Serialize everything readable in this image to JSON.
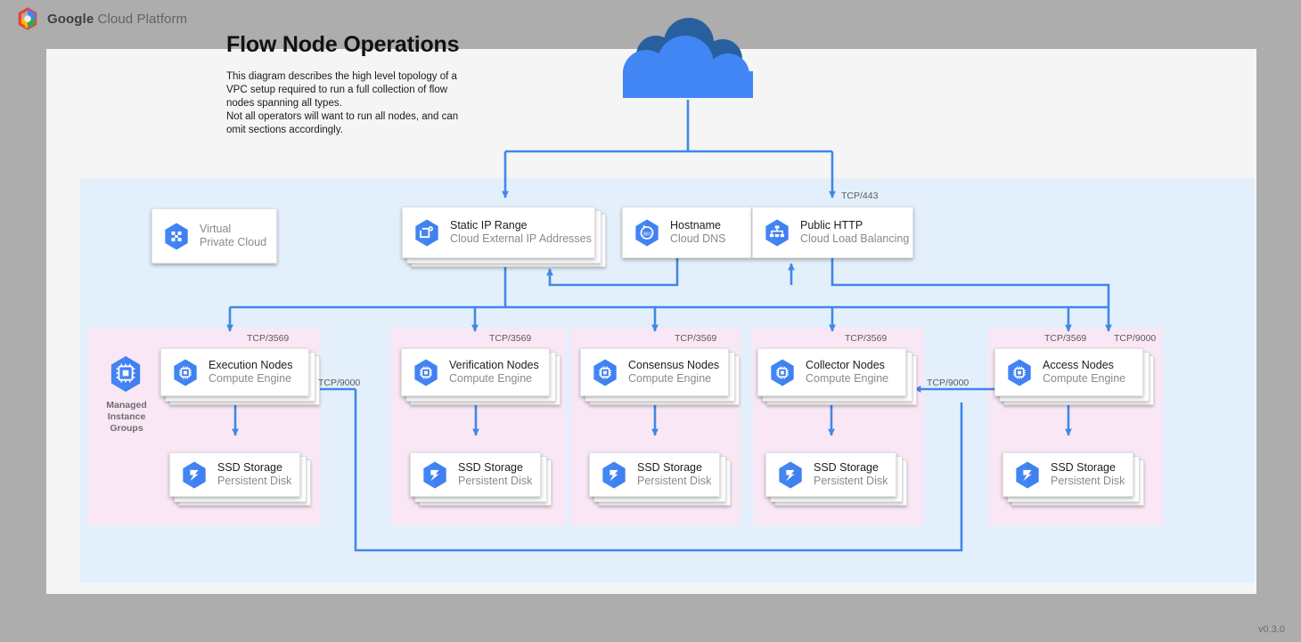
{
  "brand": {
    "bold": "Google",
    "rest": " Cloud Platform",
    "logo_icon": "gcp-hexagon-logo"
  },
  "version": "v0.3.0",
  "document": {
    "title": "Flow Node Operations",
    "description_lines": [
      "This diagram describes the high level topology of a",
      "VPC setup required to run a full collection of flow",
      "nodes spanning all types.",
      "Not all operators will want to run all nodes, and can",
      "omit sections accordingly."
    ]
  },
  "colors": {
    "canvas": "#adadad",
    "page": "#f5f5f5",
    "vpc_panel": "#e3f0fc",
    "instance_group": "#f9e7f5",
    "edge": "#4287e8",
    "icon_blue": "#4285f4",
    "cloud_front": "#4285f4",
    "cloud_back": "#285f9e",
    "muted_text": "#8a8a8a"
  },
  "internet_cloud": {
    "icon": "cloud-icon",
    "label": ""
  },
  "top_nodes": [
    {
      "id": "vpc",
      "title": "Virtual",
      "subtitle": "Private Cloud",
      "icon": "virtual-private-cloud-icon",
      "muted_title": true,
      "stacked": false
    },
    {
      "id": "static-ip",
      "title": "Static IP Range",
      "subtitle": "Cloud External IP Addresses",
      "icon": "cloud-external-ip-icon",
      "muted_title": false,
      "stacked": true
    },
    {
      "id": "hostname",
      "title": "Hostname",
      "subtitle": "Cloud DNS",
      "icon": "cloud-dns-icon",
      "muted_title": false,
      "stacked": false
    },
    {
      "id": "public-http",
      "title": "Public HTTP",
      "subtitle": "Cloud Load Balancing",
      "icon": "cloud-load-balancing-icon",
      "muted_title": false,
      "stacked": false
    }
  ],
  "instance_groups": [
    {
      "id": "execution",
      "label": "Managed Instance Groups",
      "label_lines": [
        "Managed",
        "Instance",
        "Groups"
      ],
      "show_label": true,
      "icon": "managed-instance-groups-icon",
      "node": {
        "title": "Execution Nodes",
        "subtitle": "Compute Engine",
        "icon": "compute-engine-icon"
      },
      "storage": {
        "title": "SSD Storage",
        "subtitle": "Persistent Disk",
        "icon": "persistent-disk-icon"
      }
    },
    {
      "id": "verification",
      "label": "",
      "label_lines": [],
      "show_label": false,
      "icon": "",
      "node": {
        "title": "Verification Nodes",
        "subtitle": "Compute Engine",
        "icon": "compute-engine-icon"
      },
      "storage": {
        "title": "SSD Storage",
        "subtitle": "Persistent Disk",
        "icon": "persistent-disk-icon"
      }
    },
    {
      "id": "consensus",
      "label": "",
      "label_lines": [],
      "show_label": false,
      "icon": "",
      "node": {
        "title": "Consensus Nodes",
        "subtitle": "Compute Engine",
        "icon": "compute-engine-icon"
      },
      "storage": {
        "title": "SSD Storage",
        "subtitle": "Persistent Disk",
        "icon": "persistent-disk-icon"
      }
    },
    {
      "id": "collector",
      "label": "",
      "label_lines": [],
      "show_label": false,
      "icon": "",
      "node": {
        "title": "Collector Nodes",
        "subtitle": "Compute Engine",
        "icon": "compute-engine-icon"
      },
      "storage": {
        "title": "SSD Storage",
        "subtitle": "Persistent Disk",
        "icon": "persistent-disk-icon"
      }
    },
    {
      "id": "access",
      "label": "",
      "label_lines": [],
      "show_label": false,
      "icon": "",
      "node": {
        "title": "Access Nodes",
        "subtitle": "Compute Engine",
        "icon": "compute-engine-icon"
      },
      "storage": {
        "title": "SSD Storage",
        "subtitle": "Persistent Disk",
        "icon": "persistent-disk-icon"
      }
    }
  ],
  "port_labels": [
    {
      "id": "lb-443",
      "text": "TCP/443"
    },
    {
      "id": "execution-3569",
      "text": "TCP/3569"
    },
    {
      "id": "verification-3569",
      "text": "TCP/3569"
    },
    {
      "id": "consensus-3569",
      "text": "TCP/3569"
    },
    {
      "id": "collector-3569",
      "text": "TCP/3569"
    },
    {
      "id": "access-3569",
      "text": "TCP/3569"
    },
    {
      "id": "access-9000",
      "text": "TCP/9000"
    },
    {
      "id": "execution-9000",
      "text": "TCP/9000"
    },
    {
      "id": "collector-9000",
      "text": "TCP/9000"
    }
  ]
}
